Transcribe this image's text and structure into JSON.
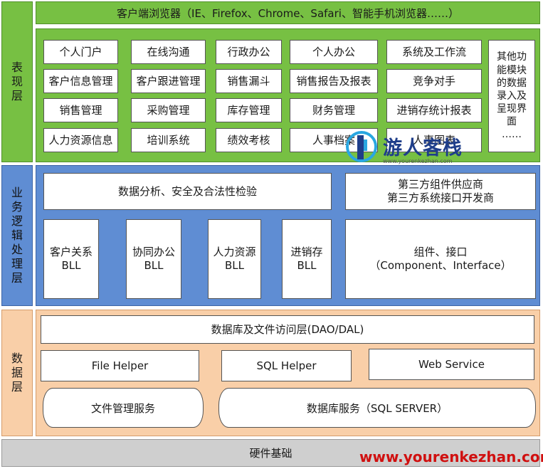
{
  "browser_bar": "客户端浏览器（IE、Firefox、Chrome、Safari、智能手机浏览器……）",
  "layers": {
    "presentation": "表\n现\n层",
    "business": "业\n务\n逻\n辑\n处\n理\n层",
    "data": "数\n据\n层"
  },
  "presentation_modules": [
    [
      "个人门户",
      "在线沟通",
      "行政办公",
      "个人办公",
      "系统及工作流"
    ],
    [
      "客户信息管理",
      "客户跟进管理",
      "销售漏斗",
      "销售报告及报表",
      "竞争对手"
    ],
    [
      "销售管理",
      "采购管理",
      "库存管理",
      "财务管理",
      "进销存统计报表"
    ],
    [
      "人力资源信息",
      "培训系统",
      "绩效考核",
      "人事档案",
      "人事图表"
    ]
  ],
  "presentation_side": "其他功\n能模块\n的数据\n录入及\n呈现界\n面\n……",
  "business": {
    "analysis": "数据分析、安全及合法性检验",
    "third_party": "第三方组件供应商\n第三方系统接口开发商",
    "bll": [
      "客户关系\nBLL",
      "协同办公\nBLL",
      "人力资源\nBLL",
      "进销存\nBLL"
    ],
    "components": "组件、接口\n（Component、Interface）"
  },
  "data_layer": {
    "dao": "数据库及文件访问层(DAO/DAL)",
    "helpers": [
      "File Helper",
      "SQL Helper",
      "Web Service"
    ],
    "services": [
      "文件管理服务",
      "数据库服务（SQL SERVER）"
    ]
  },
  "hardware": "硬件基础",
  "watermark": {
    "name": "游人客栈",
    "small": "www.yourenkezhan.com",
    "url": "www.yourenkezhan.com"
  },
  "colors": {
    "presentation": "#77c043",
    "business": "#5f8dd3",
    "data": "#f9cfa8",
    "hardware": "#cfcfcf",
    "watermark_url": "#d01010"
  }
}
